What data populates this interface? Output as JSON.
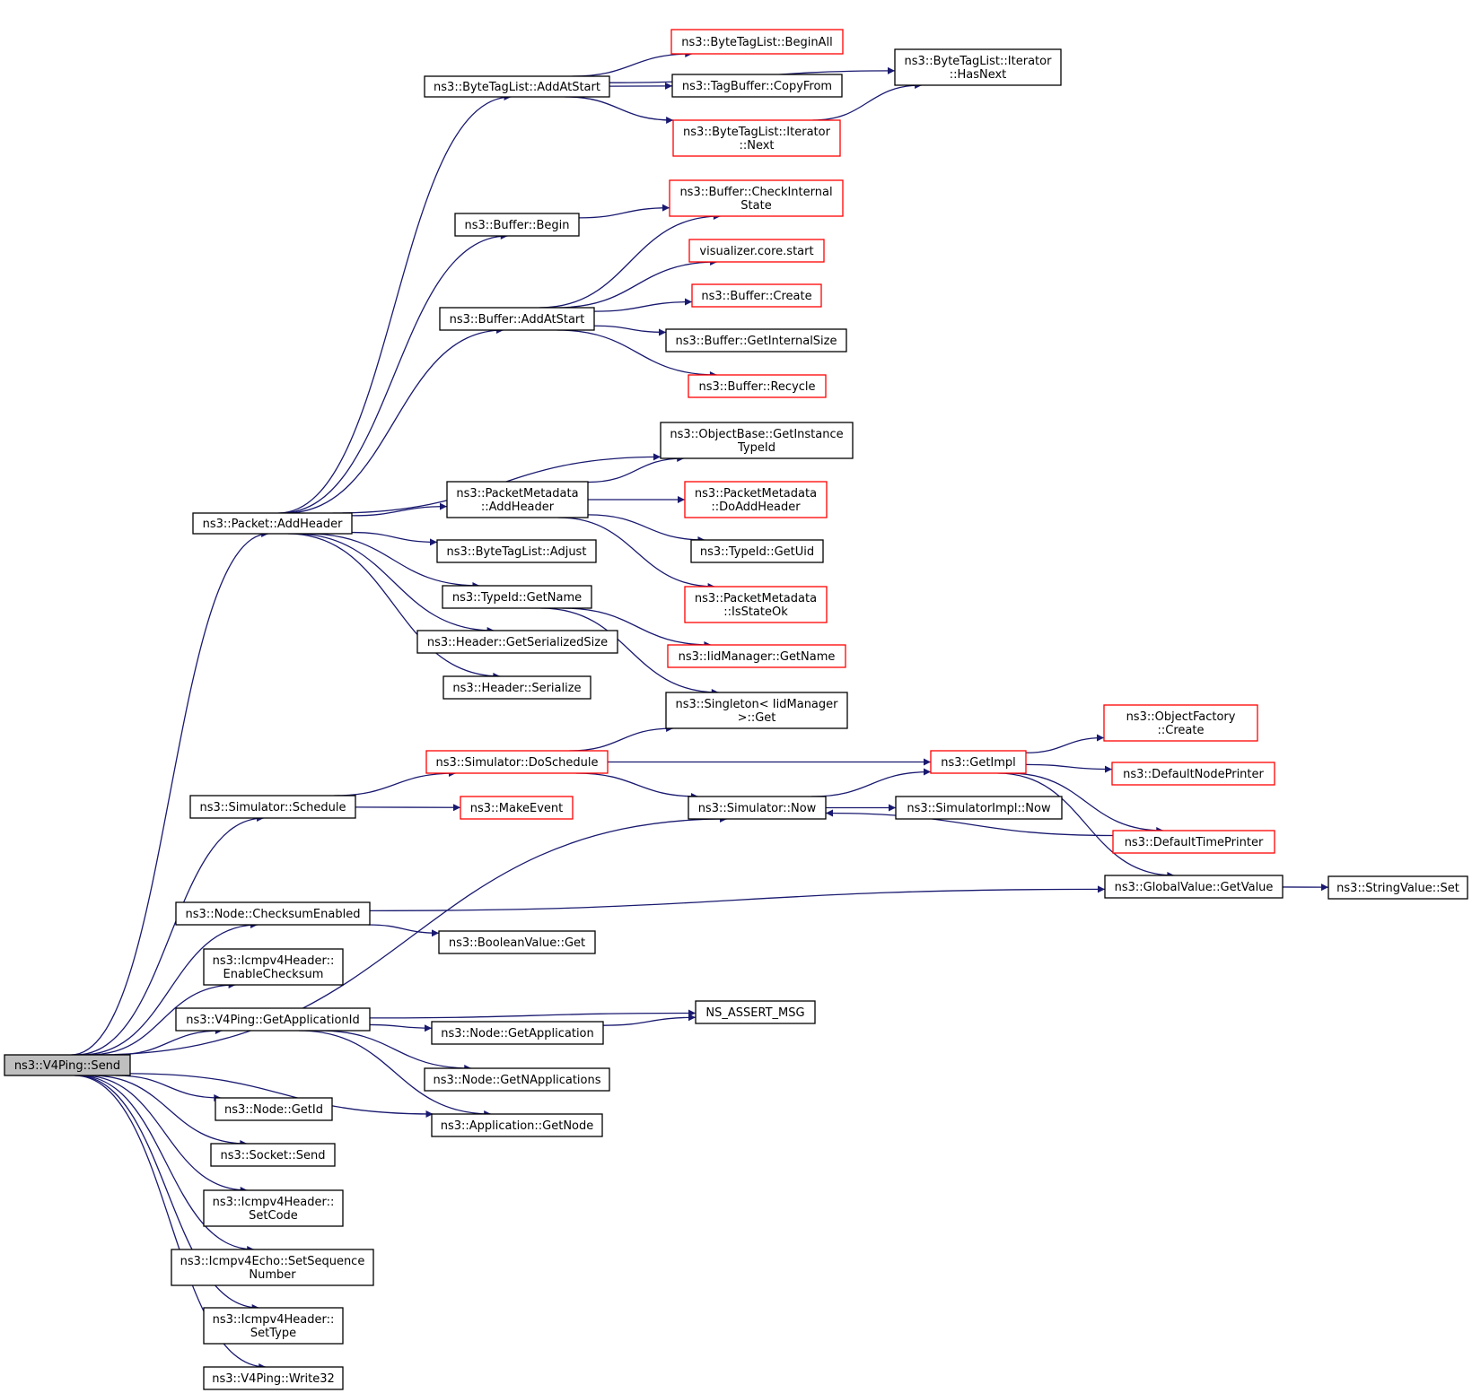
{
  "colors": {
    "edge": "#191970",
    "node_border": "#000000",
    "node_border_truncated": "#ff0000",
    "node_fill": "#ffffff",
    "root_fill": "#bfbfbf",
    "text": "#000000"
  },
  "nodes": {
    "n_send": {
      "lines": [
        "ns3::V4Ping::Send"
      ],
      "kind": "root"
    },
    "n_pkt_addheader": {
      "lines": [
        "ns3::Packet::AddHeader"
      ],
      "kind": "normal"
    },
    "n_btl_addatstart": {
      "lines": [
        "ns3::ByteTagList::AddAtStart"
      ],
      "kind": "normal"
    },
    "n_btl_beginall": {
      "lines": [
        "ns3::ByteTagList::BeginAll"
      ],
      "kind": "truncated"
    },
    "n_tagbuf_copyfrom": {
      "lines": [
        "ns3::TagBuffer::CopyFrom"
      ],
      "kind": "normal"
    },
    "n_btl_iter_next": {
      "lines": [
        "ns3::ByteTagList::Iterator",
        "::Next"
      ],
      "kind": "truncated"
    },
    "n_btl_iter_hasnext": {
      "lines": [
        "ns3::ByteTagList::Iterator",
        "::HasNext"
      ],
      "kind": "normal"
    },
    "n_buf_begin": {
      "lines": [
        "ns3::Buffer::Begin"
      ],
      "kind": "normal"
    },
    "n_buf_checkinternal": {
      "lines": [
        "ns3::Buffer::CheckInternal",
        "State"
      ],
      "kind": "truncated"
    },
    "n_vis_start": {
      "lines": [
        "visualizer.core.start"
      ],
      "kind": "truncated"
    },
    "n_buf_addatstart": {
      "lines": [
        "ns3::Buffer::AddAtStart"
      ],
      "kind": "normal"
    },
    "n_buf_create": {
      "lines": [
        "ns3::Buffer::Create"
      ],
      "kind": "truncated"
    },
    "n_buf_getinternalsize": {
      "lines": [
        "ns3::Buffer::GetInternalSize"
      ],
      "kind": "normal"
    },
    "n_buf_recycle": {
      "lines": [
        "ns3::Buffer::Recycle"
      ],
      "kind": "truncated"
    },
    "n_objbase_getinst": {
      "lines": [
        "ns3::ObjectBase::GetInstance",
        "TypeId"
      ],
      "kind": "normal"
    },
    "n_pm_addheader": {
      "lines": [
        "ns3::PacketMetadata",
        "::AddHeader"
      ],
      "kind": "normal"
    },
    "n_pm_doaddheader": {
      "lines": [
        "ns3::PacketMetadata",
        "::DoAddHeader"
      ],
      "kind": "truncated"
    },
    "n_btl_adjust": {
      "lines": [
        "ns3::ByteTagList::Adjust"
      ],
      "kind": "normal"
    },
    "n_typeid_getuid": {
      "lines": [
        "ns3::TypeId::GetUid"
      ],
      "kind": "normal"
    },
    "n_typeid_getname": {
      "lines": [
        "ns3::TypeId::GetName"
      ],
      "kind": "normal"
    },
    "n_pm_isstateok": {
      "lines": [
        "ns3::PacketMetadata",
        "::IsStateOk"
      ],
      "kind": "truncated"
    },
    "n_iid_getname": {
      "lines": [
        "ns3::IidManager::GetName"
      ],
      "kind": "truncated"
    },
    "n_hdr_getsersize": {
      "lines": [
        "ns3::Header::GetSerializedSize"
      ],
      "kind": "normal"
    },
    "n_hdr_serialize": {
      "lines": [
        "ns3::Header::Serialize"
      ],
      "kind": "normal"
    },
    "n_singleton_get": {
      "lines": [
        "ns3::Singleton< IidManager",
        " >::Get"
      ],
      "kind": "normal"
    },
    "n_sim_doschedule": {
      "lines": [
        "ns3::Simulator::DoSchedule"
      ],
      "kind": "truncated"
    },
    "n_getimpl": {
      "lines": [
        "ns3::GetImpl"
      ],
      "kind": "truncated"
    },
    "n_objfactory_create": {
      "lines": [
        "ns3::ObjectFactory",
        "::Create"
      ],
      "kind": "truncated"
    },
    "n_defaultnodeprinter": {
      "lines": [
        "ns3::DefaultNodePrinter"
      ],
      "kind": "truncated"
    },
    "n_sim_schedule": {
      "lines": [
        "ns3::Simulator::Schedule"
      ],
      "kind": "normal"
    },
    "n_makeevent": {
      "lines": [
        "ns3::MakeEvent"
      ],
      "kind": "truncated"
    },
    "n_sim_now": {
      "lines": [
        "ns3::Simulator::Now"
      ],
      "kind": "normal"
    },
    "n_simimpl_now": {
      "lines": [
        "ns3::SimulatorImpl::Now"
      ],
      "kind": "normal"
    },
    "n_defaulttimeprinter": {
      "lines": [
        "ns3::DefaultTimePrinter"
      ],
      "kind": "truncated"
    },
    "n_gv_getvalue": {
      "lines": [
        "ns3::GlobalValue::GetValue"
      ],
      "kind": "normal"
    },
    "n_strval_set": {
      "lines": [
        "ns3::StringValue::Set"
      ],
      "kind": "normal"
    },
    "n_node_checksum": {
      "lines": [
        "ns3::Node::ChecksumEnabled"
      ],
      "kind": "normal"
    },
    "n_boolval_get": {
      "lines": [
        "ns3::BooleanValue::Get"
      ],
      "kind": "normal"
    },
    "n_icmp_enablechecksum": {
      "lines": [
        "ns3::Icmpv4Header::",
        "EnableChecksum"
      ],
      "kind": "normal"
    },
    "n_v4ping_getappid": {
      "lines": [
        "ns3::V4Ping::GetApplicationId"
      ],
      "kind": "normal"
    },
    "n_ns_assert_msg": {
      "lines": [
        "NS_ASSERT_MSG"
      ],
      "kind": "normal"
    },
    "n_node_getapplication": {
      "lines": [
        "ns3::Node::GetApplication"
      ],
      "kind": "normal"
    },
    "n_node_getnapps": {
      "lines": [
        "ns3::Node::GetNApplications"
      ],
      "kind": "normal"
    },
    "n_app_getnode": {
      "lines": [
        "ns3::Application::GetNode"
      ],
      "kind": "normal"
    },
    "n_node_getid": {
      "lines": [
        "ns3::Node::GetId"
      ],
      "kind": "normal"
    },
    "n_socket_send": {
      "lines": [
        "ns3::Socket::Send"
      ],
      "kind": "normal"
    },
    "n_icmp_setcode": {
      "lines": [
        "ns3::Icmpv4Header::",
        "SetCode"
      ],
      "kind": "normal"
    },
    "n_echo_setseq": {
      "lines": [
        "ns3::Icmpv4Echo::SetSequence",
        "Number"
      ],
      "kind": "normal"
    },
    "n_icmp_settype": {
      "lines": [
        "ns3::Icmpv4Header::",
        "SetType"
      ],
      "kind": "normal"
    },
    "n_v4ping_write32": {
      "lines": [
        "ns3::V4Ping::Write32"
      ],
      "kind": "normal"
    }
  },
  "edges": [
    [
      "n_send",
      "n_pkt_addheader"
    ],
    [
      "n_send",
      "n_sim_schedule"
    ],
    [
      "n_send",
      "n_sim_now"
    ],
    [
      "n_send",
      "n_node_checksum"
    ],
    [
      "n_send",
      "n_icmp_enablechecksum"
    ],
    [
      "n_send",
      "n_v4ping_getappid"
    ],
    [
      "n_send",
      "n_app_getnode"
    ],
    [
      "n_send",
      "n_node_getid"
    ],
    [
      "n_send",
      "n_socket_send"
    ],
    [
      "n_send",
      "n_icmp_setcode"
    ],
    [
      "n_send",
      "n_echo_setseq"
    ],
    [
      "n_send",
      "n_icmp_settype"
    ],
    [
      "n_send",
      "n_v4ping_write32"
    ],
    [
      "n_pkt_addheader",
      "n_btl_addatstart"
    ],
    [
      "n_pkt_addheader",
      "n_buf_begin"
    ],
    [
      "n_pkt_addheader",
      "n_buf_addatstart"
    ],
    [
      "n_pkt_addheader",
      "n_objbase_getinst"
    ],
    [
      "n_pkt_addheader",
      "n_pm_addheader"
    ],
    [
      "n_pkt_addheader",
      "n_btl_adjust"
    ],
    [
      "n_pkt_addheader",
      "n_typeid_getname"
    ],
    [
      "n_pkt_addheader",
      "n_hdr_getsersize"
    ],
    [
      "n_pkt_addheader",
      "n_hdr_serialize"
    ],
    [
      "n_btl_addatstart",
      "n_btl_beginall"
    ],
    [
      "n_btl_addatstart",
      "n_tagbuf_copyfrom"
    ],
    [
      "n_btl_addatstart",
      "n_btl_iter_next"
    ],
    [
      "n_btl_addatstart",
      "n_btl_iter_hasnext"
    ],
    [
      "n_btl_iter_next",
      "n_btl_iter_hasnext"
    ],
    [
      "n_buf_begin",
      "n_buf_checkinternal"
    ],
    [
      "n_buf_addatstart",
      "n_buf_checkinternal"
    ],
    [
      "n_buf_addatstart",
      "n_vis_start"
    ],
    [
      "n_buf_addatstart",
      "n_buf_create"
    ],
    [
      "n_buf_addatstart",
      "n_buf_getinternalsize"
    ],
    [
      "n_buf_addatstart",
      "n_buf_recycle"
    ],
    [
      "n_pm_addheader",
      "n_objbase_getinst"
    ],
    [
      "n_pm_addheader",
      "n_pm_doaddheader"
    ],
    [
      "n_pm_addheader",
      "n_typeid_getuid"
    ],
    [
      "n_pm_addheader",
      "n_pm_isstateok"
    ],
    [
      "n_typeid_getname",
      "n_iid_getname"
    ],
    [
      "n_typeid_getname",
      "n_singleton_get"
    ],
    [
      "n_sim_schedule",
      "n_sim_doschedule"
    ],
    [
      "n_sim_schedule",
      "n_makeevent"
    ],
    [
      "n_sim_doschedule",
      "n_singleton_get"
    ],
    [
      "n_sim_doschedule",
      "n_getimpl"
    ],
    [
      "n_sim_doschedule",
      "n_sim_now"
    ],
    [
      "n_sim_now",
      "n_getimpl"
    ],
    [
      "n_sim_now",
      "n_simimpl_now"
    ],
    [
      "n_getimpl",
      "n_objfactory_create"
    ],
    [
      "n_getimpl",
      "n_defaultnodeprinter"
    ],
    [
      "n_getimpl",
      "n_defaulttimeprinter"
    ],
    [
      "n_getimpl",
      "n_gv_getvalue"
    ],
    [
      "n_defaulttimeprinter",
      "n_sim_now"
    ],
    [
      "n_gv_getvalue",
      "n_strval_set"
    ],
    [
      "n_node_checksum",
      "n_gv_getvalue"
    ],
    [
      "n_node_checksum",
      "n_boolval_get"
    ],
    [
      "n_v4ping_getappid",
      "n_ns_assert_msg"
    ],
    [
      "n_v4ping_getappid",
      "n_node_getapplication"
    ],
    [
      "n_v4ping_getappid",
      "n_node_getnapps"
    ],
    [
      "n_v4ping_getappid",
      "n_app_getnode"
    ],
    [
      "n_node_getapplication",
      "n_ns_assert_msg"
    ]
  ]
}
